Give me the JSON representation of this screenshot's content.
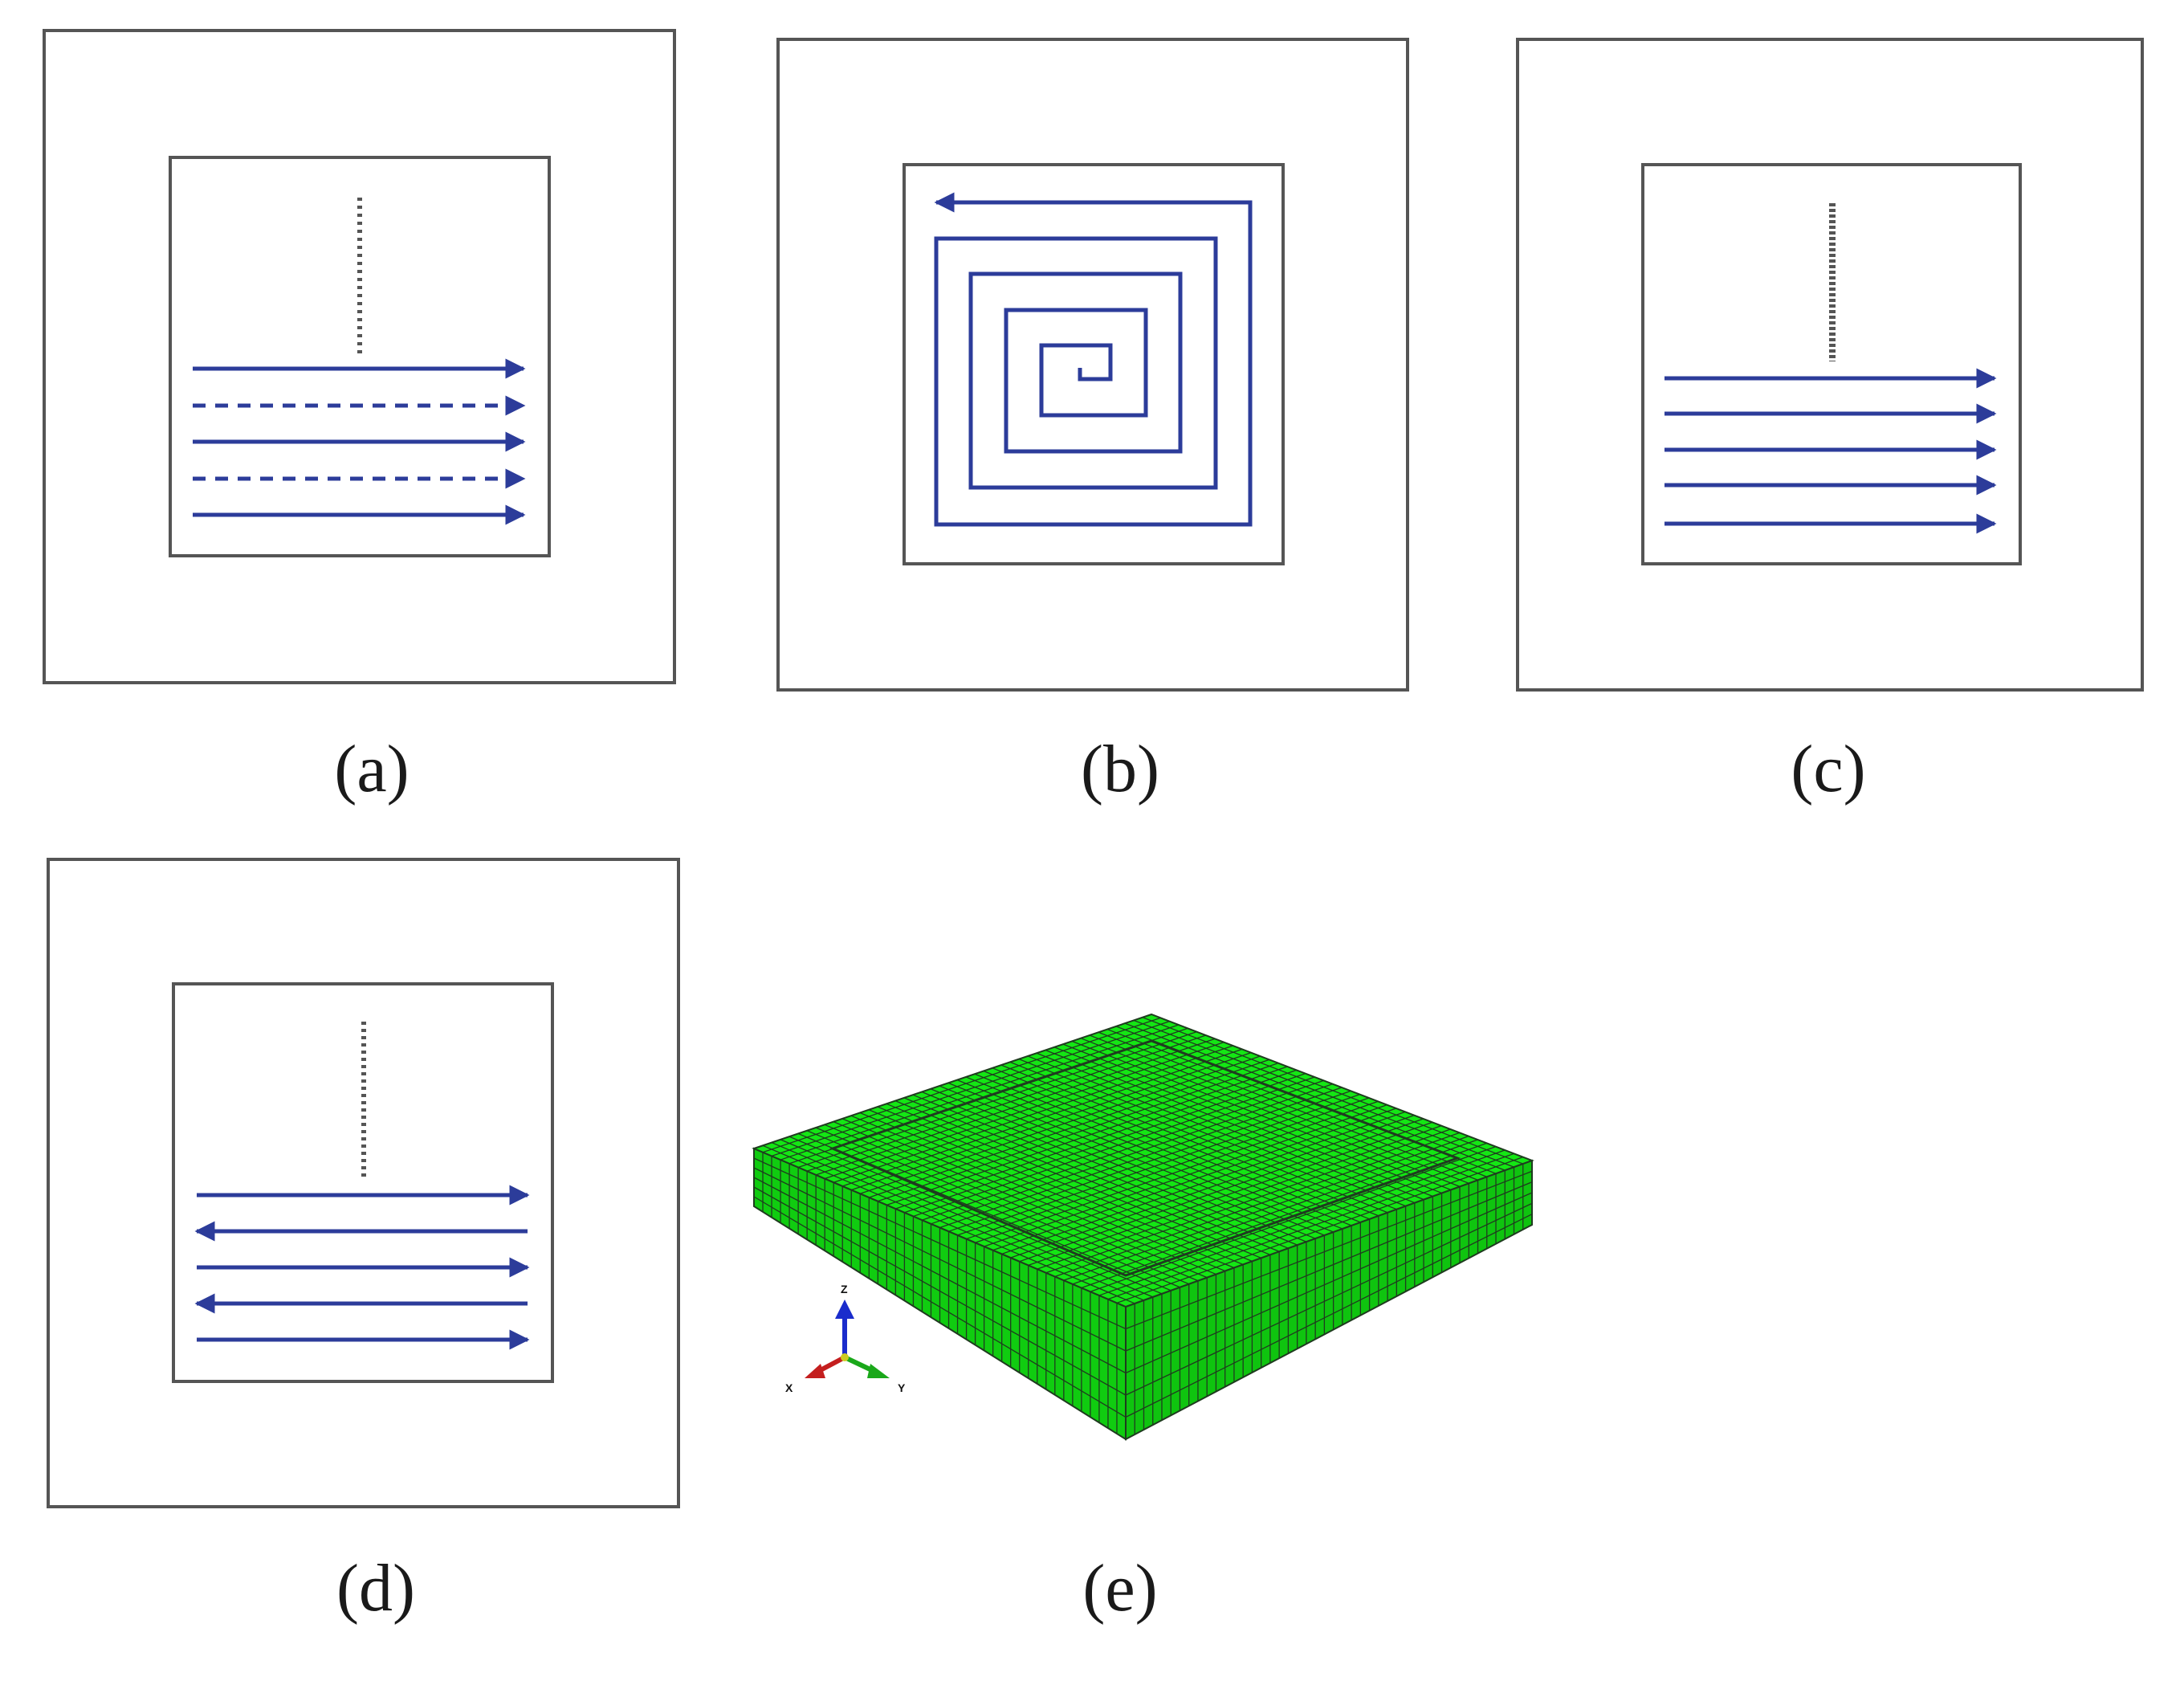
{
  "colors": {
    "frame": "#555555",
    "path": "#2c3c9a",
    "dotted_guide": "#555555",
    "mesh_fill": "#14e614",
    "mesh_side": "#10cc10",
    "mesh_line": "#1f3b1f",
    "axis_z": "#1a2ccc",
    "axis_x": "#c41e1e",
    "axis_y": "#1aa81a"
  },
  "panels": [
    {
      "id": "a",
      "label": "(a)",
      "pattern": "raster-alternating-solid-dashed"
    },
    {
      "id": "b",
      "label": "(b)",
      "pattern": "square-spiral"
    },
    {
      "id": "c",
      "label": "(c)",
      "pattern": "raster-unidirectional"
    },
    {
      "id": "d",
      "label": "(d)",
      "pattern": "raster-bidirectional"
    },
    {
      "id": "e",
      "label": "(e)",
      "pattern": "fe-mesh-block"
    }
  ],
  "triad": {
    "z": "Z",
    "x": "X",
    "y": "Y"
  }
}
